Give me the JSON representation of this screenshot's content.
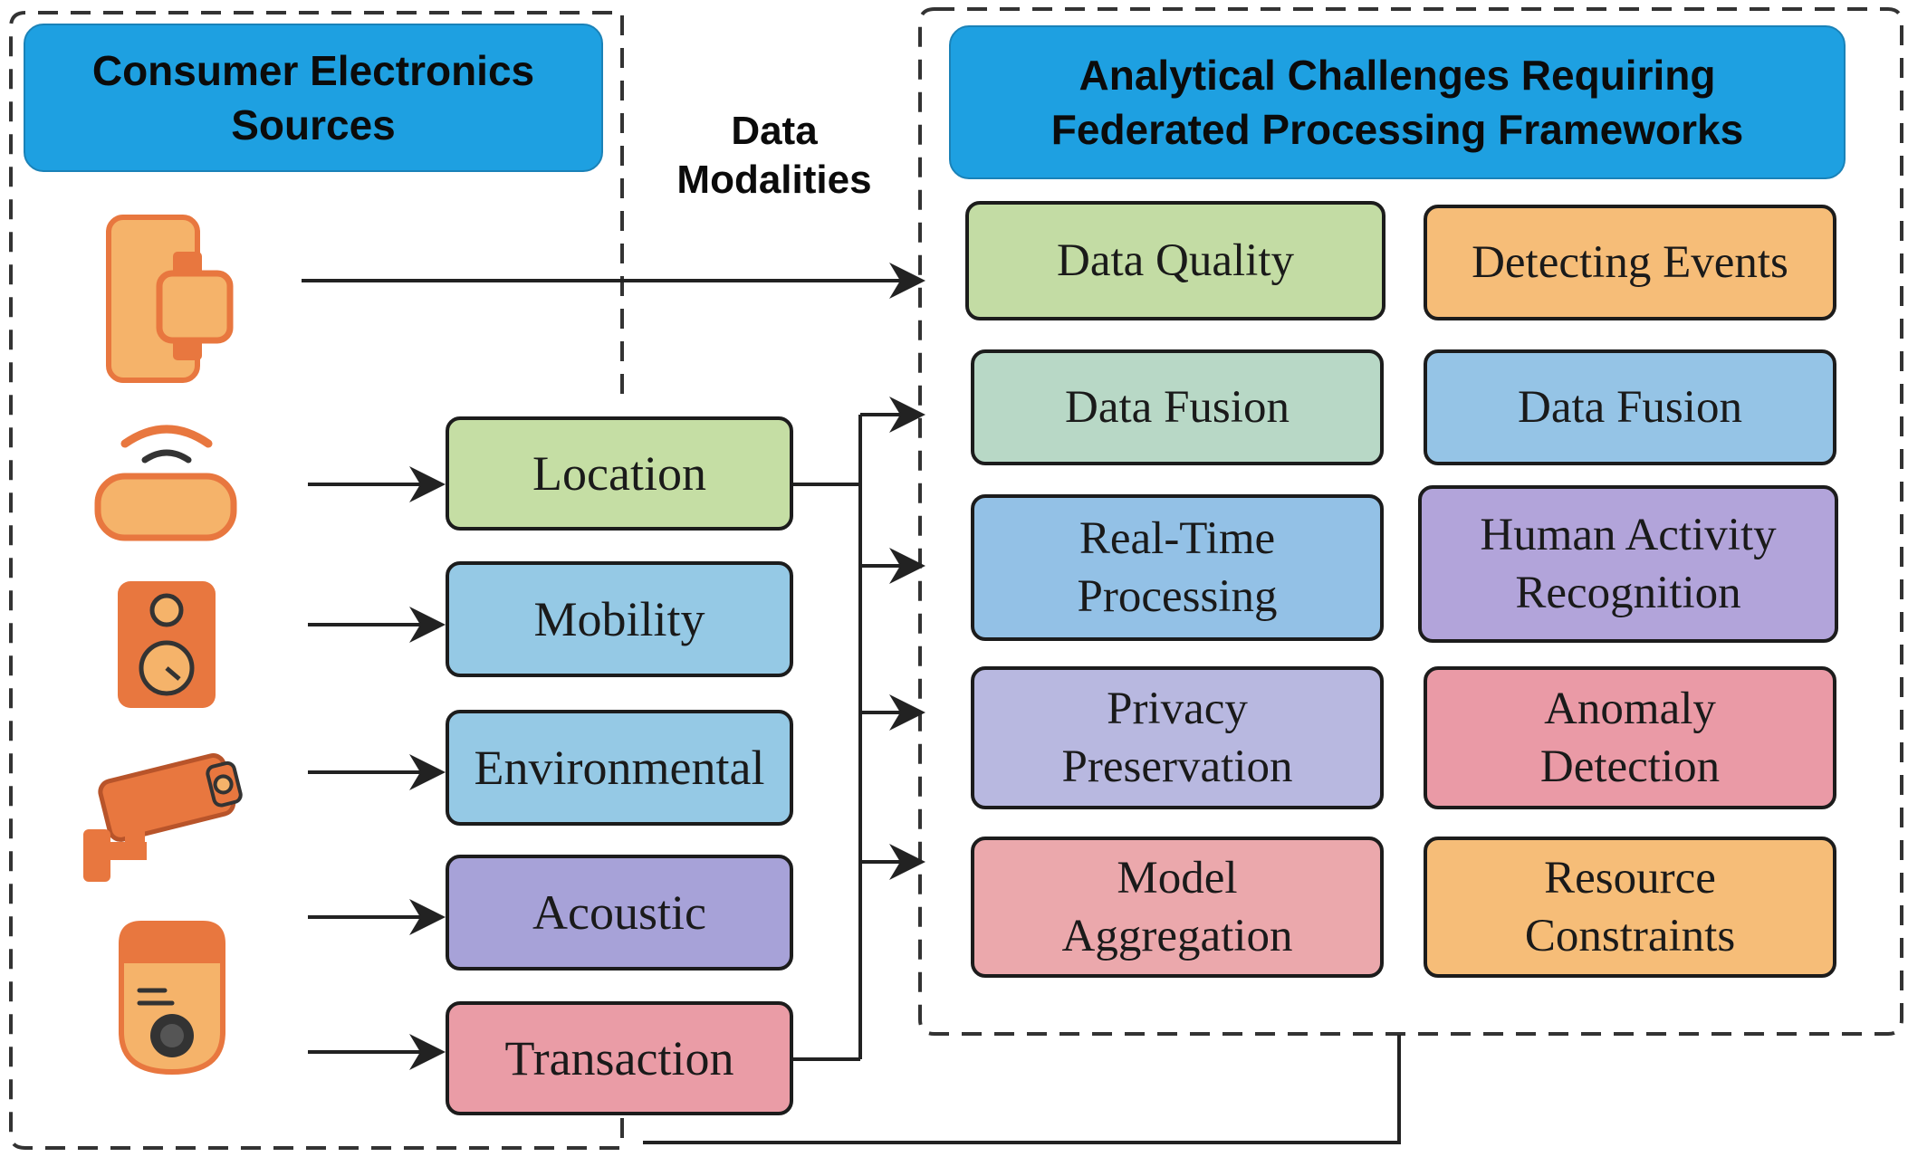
{
  "sources": {
    "title": "Consumer Electronics Sources"
  },
  "modalities_label": "Data Modalities",
  "challenges": {
    "title": "Analytical Challenges Requiring Federated Processing Frameworks"
  },
  "modalities": [
    {
      "label": "Location",
      "color": "#c5dea4"
    },
    {
      "label": "Mobility",
      "color": "#95c9e5"
    },
    {
      "label": "Environmental",
      "color": "#95c9e5"
    },
    {
      "label": "Acoustic",
      "color": "#a7a2d8"
    },
    {
      "label": "Transaction",
      "color": "#ea9ca6"
    }
  ],
  "challenge_boxes": [
    {
      "label": "Data Quality",
      "color": "#c3dca4"
    },
    {
      "label": "Detecting Events",
      "color": "#f6bd78"
    },
    {
      "label": "Data Fusion",
      "color": "#b8d8c6"
    },
    {
      "label": "Data Fusion",
      "color": "#95c4e6"
    },
    {
      "label": "Real-Time Processing",
      "color": "#93c1e6"
    },
    {
      "label": "Human Activity Recognition",
      "color": "#b2a4da"
    },
    {
      "label": "Privacy Preservation",
      "color": "#b8b8e0"
    },
    {
      "label": "Anomaly Detection",
      "color": "#ea9aa6"
    },
    {
      "label": "Model Aggregation",
      "color": "#eba8ac"
    },
    {
      "label": "Resource Constraints",
      "color": "#f6bd78"
    }
  ],
  "icons": [
    "smartphone-smartwatch-icon",
    "wifi-router-icon",
    "speaker-icon",
    "security-camera-icon",
    "smart-doorbell-icon"
  ],
  "colors": {
    "banner": "#1ea0e1",
    "icon_orange": "#f5b36a",
    "icon_dark_orange": "#e8773f"
  }
}
